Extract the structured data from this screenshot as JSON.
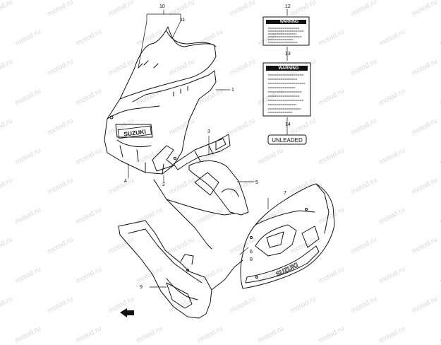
{
  "watermark": "motod.ru",
  "callouts": {
    "c1": "1",
    "c2": "2",
    "c3": "3",
    "c4": "4",
    "c5": "5",
    "c6": "6",
    "c7": "7",
    "c8": "8",
    "c9": "9",
    "c10": "10",
    "c11": "11",
    "c12": "12",
    "c13": "13",
    "c14": "14"
  },
  "labels": {
    "warning12": "WARNING",
    "warning13": "WARNING",
    "unleaded": "UNLEADED",
    "brand_cowl": "SUZUKI",
    "brand_lower": "SUZUKI"
  },
  "colors": {
    "line": "#111111",
    "watermark": "#d9d9d9",
    "background": "#ffffff"
  },
  "icons": {
    "front_arrow": "front-direction-arrow-icon"
  }
}
